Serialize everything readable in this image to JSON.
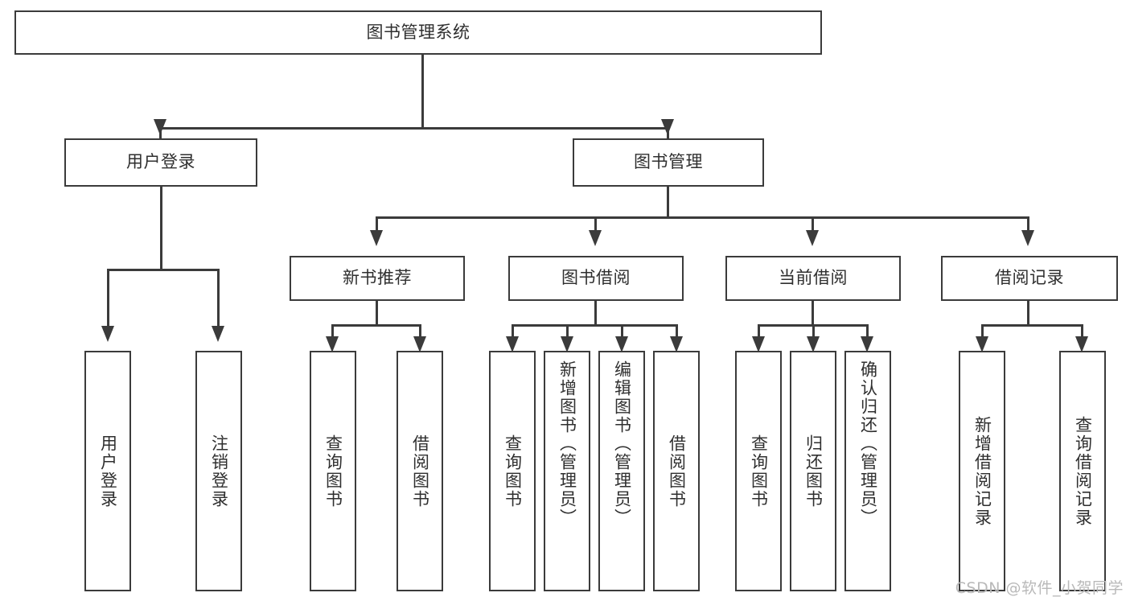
{
  "diagram": {
    "type": "tree-hierarchy",
    "title": "图书管理系统",
    "root": {
      "label": "图书管理系统"
    },
    "level2": [
      {
        "label": "用户登录"
      },
      {
        "label": "图书管理"
      }
    ],
    "level3": [
      {
        "label": "新书推荐"
      },
      {
        "label": "图书借阅"
      },
      {
        "label": "当前借阅"
      },
      {
        "label": "借阅记录"
      }
    ],
    "leaves": {
      "user_login": [
        {
          "label": "用户登录"
        },
        {
          "label": "注销登录"
        }
      ],
      "new_book_recommend": [
        {
          "label": "查询图书"
        },
        {
          "label": "借阅图书"
        }
      ],
      "book_borrow": [
        {
          "label": "查询图书"
        },
        {
          "label": "新增图书（管理员）"
        },
        {
          "label": "编辑图书（管理员）"
        },
        {
          "label": "借阅图书"
        }
      ],
      "current_borrow": [
        {
          "label": "查询图书"
        },
        {
          "label": "归还图书"
        },
        {
          "label": "确认归还（管理员）"
        }
      ],
      "borrow_record": [
        {
          "label": "新增借阅记录"
        },
        {
          "label": "查询借阅记录"
        }
      ]
    }
  },
  "watermark": {
    "text": "CSDN @软件_小贺同学"
  },
  "colors": {
    "stroke": "#3b3b3b",
    "text": "#2f2f2f",
    "background": "#ffffff",
    "watermark": "#b9b9b9"
  }
}
